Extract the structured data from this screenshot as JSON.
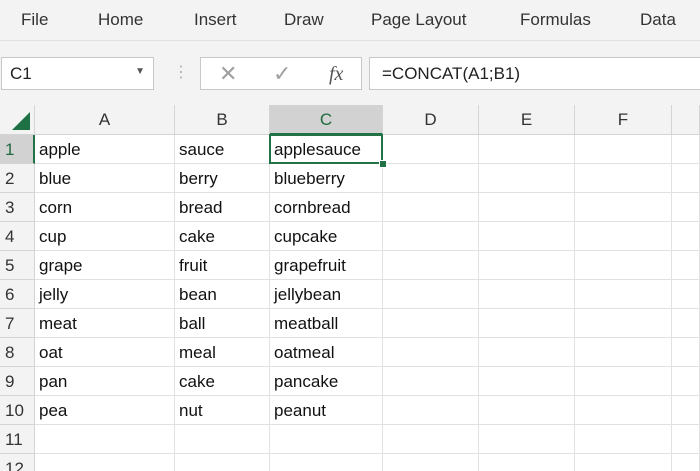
{
  "menu": [
    {
      "label": "File"
    },
    {
      "label": "Home"
    },
    {
      "label": "Insert"
    },
    {
      "label": "Draw"
    },
    {
      "label": "Page Layout"
    },
    {
      "label": "Formulas"
    },
    {
      "label": "Data"
    }
  ],
  "formula_bar": {
    "name_box": "C1",
    "fx_label": "fx",
    "formula": "=CONCAT(A1;B1)"
  },
  "sheet": {
    "columns": [
      "A",
      "B",
      "C",
      "D",
      "E",
      "F"
    ],
    "rows": [
      "1",
      "2",
      "3",
      "4",
      "5",
      "6",
      "7",
      "8",
      "9",
      "10",
      "11",
      "12"
    ],
    "active_cell": {
      "col": "C",
      "row": "1"
    },
    "cells": [
      [
        "apple",
        "sauce",
        "applesauce",
        "",
        "",
        ""
      ],
      [
        "blue",
        "berry",
        "blueberry",
        "",
        "",
        ""
      ],
      [
        "corn",
        "bread",
        "cornbread",
        "",
        "",
        ""
      ],
      [
        "cup",
        "cake",
        "cupcake",
        "",
        "",
        ""
      ],
      [
        "grape",
        "fruit",
        "grapefruit",
        "",
        "",
        ""
      ],
      [
        "jelly",
        "bean",
        "jellybean",
        "",
        "",
        ""
      ],
      [
        "meat",
        "ball",
        "meatball",
        "",
        "",
        ""
      ],
      [
        "oat",
        "meal",
        "oatmeal",
        "",
        "",
        ""
      ],
      [
        "pan",
        "cake",
        "pancake",
        "",
        "",
        ""
      ],
      [
        "pea",
        "nut",
        "peanut",
        "",
        "",
        ""
      ],
      [
        "",
        "",
        "",
        "",
        "",
        ""
      ],
      [
        "",
        "",
        "",
        "",
        "",
        ""
      ]
    ]
  },
  "colors": {
    "accent": "#217346",
    "ribbon_bg": "#f3f3f3",
    "header_active_bg": "#d2d2d2"
  }
}
